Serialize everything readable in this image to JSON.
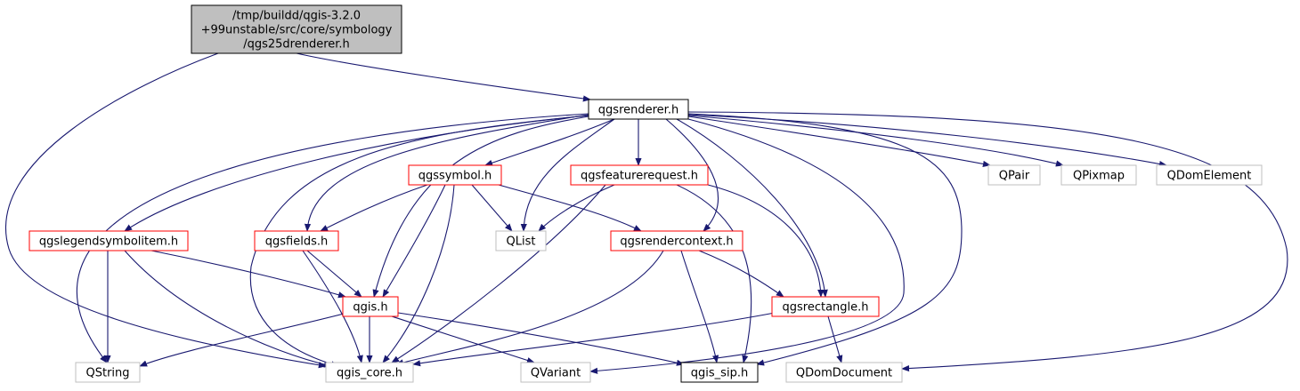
{
  "graph": {
    "colors": {
      "edge": "#191970",
      "root_fill": "#bfbfbf",
      "red_border": "#ff0000",
      "gray_border": "#bfbfbf",
      "black_border": "#000000"
    },
    "nodes": [
      {
        "id": "root",
        "lines": [
          "/tmp/buildd/qgis-3.2.0",
          "+99unstable/src/core/symbology",
          "/qgs25drenderer.h"
        ],
        "style": "root"
      },
      {
        "id": "qgsrenderer",
        "lines": [
          "qgsrenderer.h"
        ],
        "style": "black"
      },
      {
        "id": "qgssymbol",
        "lines": [
          "qgssymbol.h"
        ],
        "style": "red"
      },
      {
        "id": "qgsfeaturerequest",
        "lines": [
          "qgsfeaturerequest.h"
        ],
        "style": "red"
      },
      {
        "id": "qpair",
        "lines": [
          "QPair"
        ],
        "style": "gray"
      },
      {
        "id": "qpixmap",
        "lines": [
          "QPixmap"
        ],
        "style": "gray"
      },
      {
        "id": "qdomelement",
        "lines": [
          "QDomElement"
        ],
        "style": "gray"
      },
      {
        "id": "qgslegendsymbolitem",
        "lines": [
          "qgslegendsymbolitem.h"
        ],
        "style": "red"
      },
      {
        "id": "qgsfields",
        "lines": [
          "qgsfields.h"
        ],
        "style": "red"
      },
      {
        "id": "qlist",
        "lines": [
          "QList"
        ],
        "style": "gray"
      },
      {
        "id": "qgsrendercontext",
        "lines": [
          "qgsrendercontext.h"
        ],
        "style": "red"
      },
      {
        "id": "qgis",
        "lines": [
          "qgis.h"
        ],
        "style": "red"
      },
      {
        "id": "qgsrectangle",
        "lines": [
          "qgsrectangle.h"
        ],
        "style": "red"
      },
      {
        "id": "qstring",
        "lines": [
          "QString"
        ],
        "style": "gray"
      },
      {
        "id": "qgis_core",
        "lines": [
          "qgis_core.h"
        ],
        "style": "gray"
      },
      {
        "id": "qvariant",
        "lines": [
          "QVariant"
        ],
        "style": "gray"
      },
      {
        "id": "qgis_sip",
        "lines": [
          "qgis_sip.h"
        ],
        "style": "black"
      },
      {
        "id": "qdomdocument",
        "lines": [
          "QDomDocument"
        ],
        "style": "gray"
      }
    ],
    "edges": [
      {
        "from": "root",
        "to": "qgsrenderer"
      },
      {
        "from": "root",
        "to": "qgis_core"
      },
      {
        "from": "qgsrenderer",
        "to": "qgssymbol"
      },
      {
        "from": "qgsrenderer",
        "to": "qgsfeaturerequest"
      },
      {
        "from": "qgsrenderer",
        "to": "qpair"
      },
      {
        "from": "qgsrenderer",
        "to": "qpixmap"
      },
      {
        "from": "qgsrenderer",
        "to": "qdomelement"
      },
      {
        "from": "qgsrenderer",
        "to": "qgslegendsymbolitem"
      },
      {
        "from": "qgsrenderer",
        "to": "qgsfields"
      },
      {
        "from": "qgsrenderer",
        "to": "qlist"
      },
      {
        "from": "qgsrenderer",
        "to": "qgsrendercontext"
      },
      {
        "from": "qgsrenderer",
        "to": "qgis"
      },
      {
        "from": "qgsrenderer",
        "to": "qgsrectangle"
      },
      {
        "from": "qgsrenderer",
        "to": "qstring"
      },
      {
        "from": "qgsrenderer",
        "to": "qgis_core"
      },
      {
        "from": "qgsrenderer",
        "to": "qvariant"
      },
      {
        "from": "qgsrenderer",
        "to": "qgis_sip"
      },
      {
        "from": "qgsrenderer",
        "to": "qdomdocument"
      },
      {
        "from": "qgssymbol",
        "to": "qgsfields"
      },
      {
        "from": "qgssymbol",
        "to": "qlist"
      },
      {
        "from": "qgssymbol",
        "to": "qgsrendercontext"
      },
      {
        "from": "qgssymbol",
        "to": "qgis"
      },
      {
        "from": "qgssymbol",
        "to": "qgis_core"
      },
      {
        "from": "qgsfeaturerequest",
        "to": "qlist"
      },
      {
        "from": "qgsfeaturerequest",
        "to": "qgsrectangle"
      },
      {
        "from": "qgsfeaturerequest",
        "to": "qgis_core"
      },
      {
        "from": "qgsfeaturerequest",
        "to": "qgis_sip"
      },
      {
        "from": "qgslegendsymbolitem",
        "to": "qgis"
      },
      {
        "from": "qgslegendsymbolitem",
        "to": "qstring"
      },
      {
        "from": "qgslegendsymbolitem",
        "to": "qgis_core"
      },
      {
        "from": "qgsfields",
        "to": "qgis"
      },
      {
        "from": "qgsfields",
        "to": "qgis_core"
      },
      {
        "from": "qgsrendercontext",
        "to": "qgsrectangle"
      },
      {
        "from": "qgsrendercontext",
        "to": "qgis_core"
      },
      {
        "from": "qgsrendercontext",
        "to": "qgis_sip"
      },
      {
        "from": "qgis",
        "to": "qstring"
      },
      {
        "from": "qgis",
        "to": "qgis_core"
      },
      {
        "from": "qgis",
        "to": "qvariant"
      },
      {
        "from": "qgis",
        "to": "qgis_sip"
      },
      {
        "from": "qgsrectangle",
        "to": "qgis_core"
      },
      {
        "from": "qgsrectangle",
        "to": "qdomdocument"
      }
    ]
  }
}
